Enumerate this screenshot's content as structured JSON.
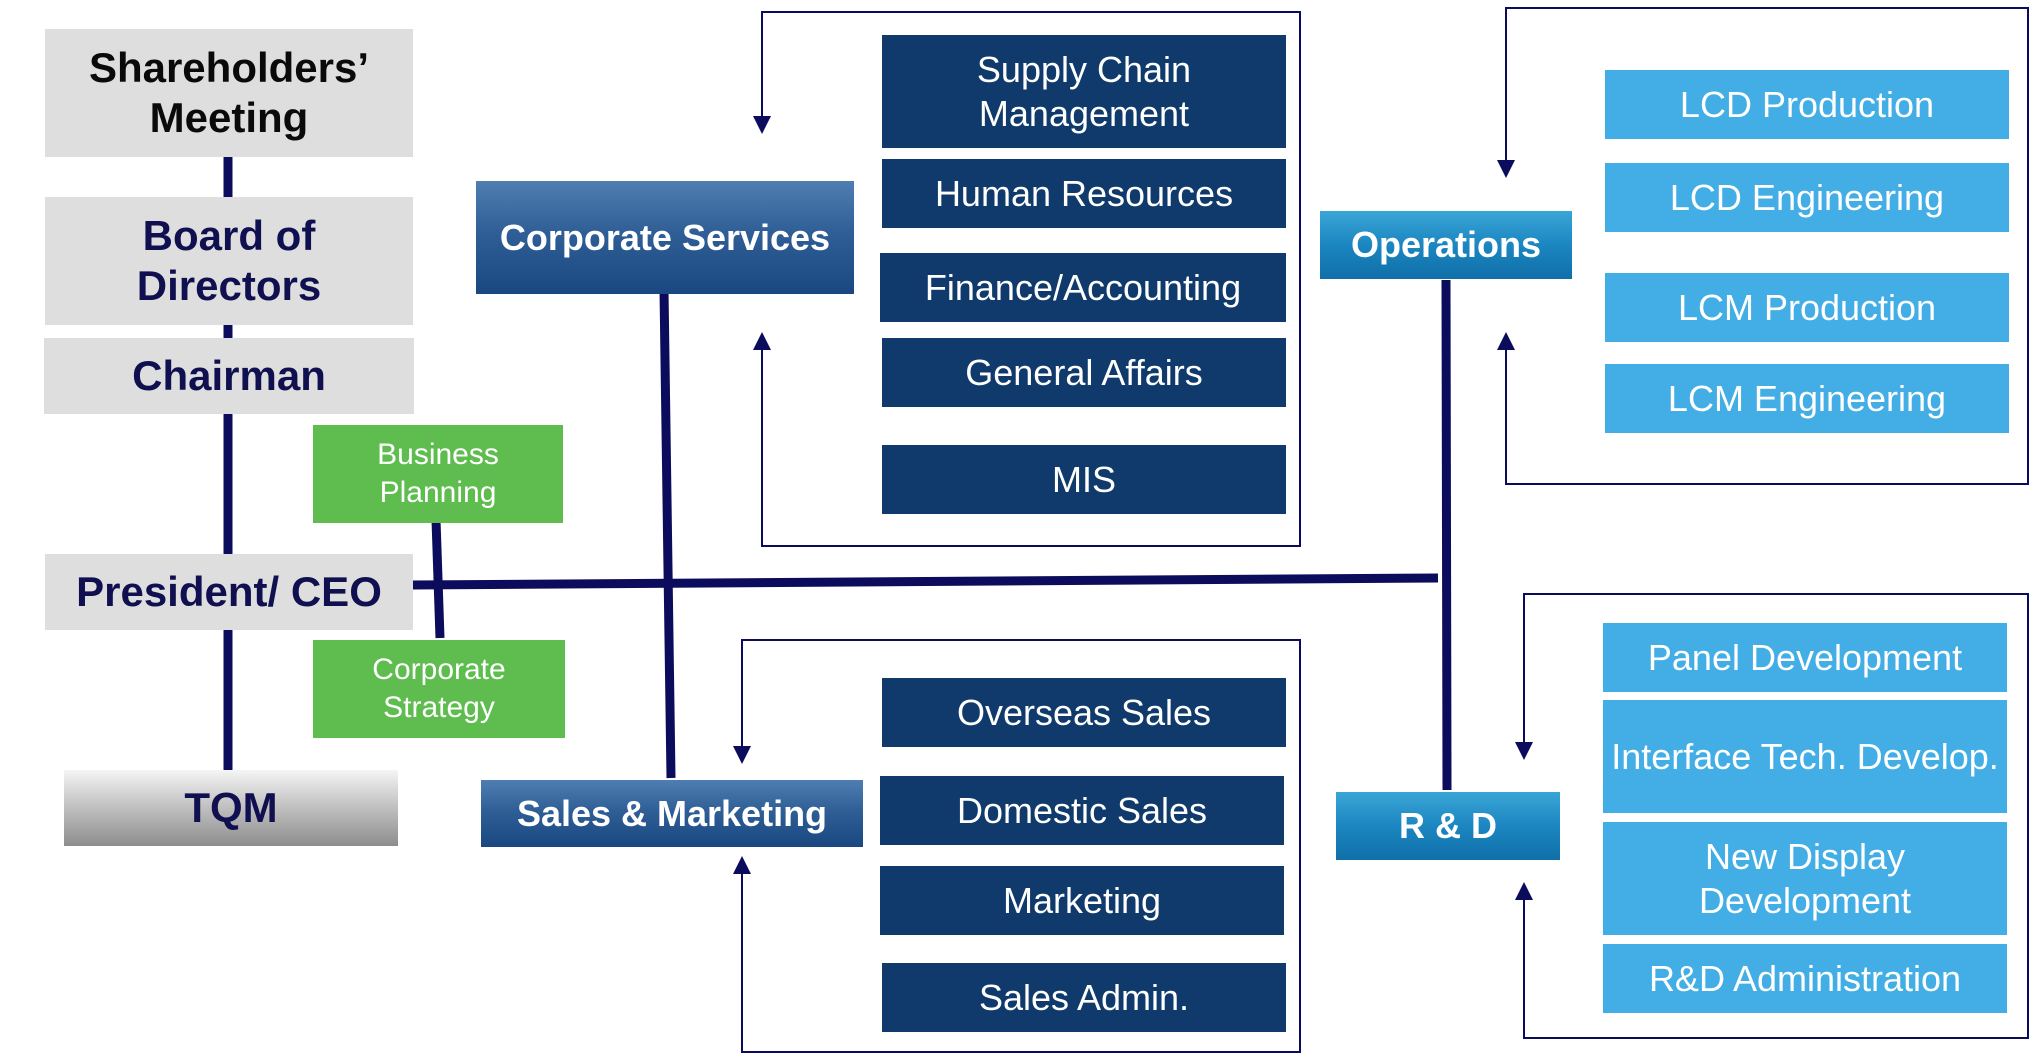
{
  "governance": {
    "shareholders": "Shareholders’ Meeting",
    "board": "Board of Directors",
    "chairman": "Chairman",
    "president": "President/ CEO",
    "tqm": "TQM"
  },
  "staff": {
    "business_planning": "Business Planning",
    "corporate_strategy": "Corporate Strategy"
  },
  "divisions": {
    "corporate_services": {
      "label": "Corporate Services",
      "units": [
        "Supply Chain Management",
        "Human Resources",
        "Finance/Accounting",
        "General Affairs",
        "MIS"
      ]
    },
    "sales_marketing": {
      "label": "Sales & Marketing",
      "units": [
        "Overseas Sales",
        "Domestic Sales",
        "Marketing",
        "Sales Admin."
      ]
    },
    "operations": {
      "label": "Operations",
      "units": [
        "LCD Production",
        "LCD Engineering",
        "LCM Production",
        "LCM Engineering"
      ]
    },
    "rnd": {
      "label": "R & D",
      "units": [
        "Panel Development",
        "Interface Tech. Develop.",
        "New Display Development",
        "R&D Administration"
      ]
    }
  },
  "colors": {
    "navy_line": "#0c0c5c",
    "grey_box": "#dedede",
    "green_box": "#5ebd4e",
    "navy_box": "#0f3a6b",
    "sky_box": "#43aee5"
  }
}
